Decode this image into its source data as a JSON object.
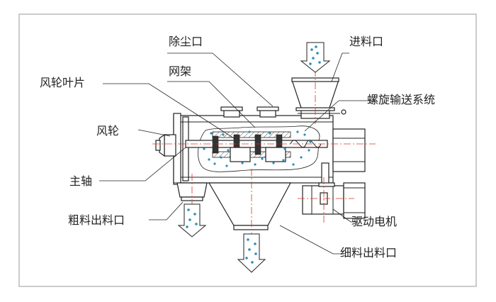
{
  "labels": {
    "dust_outlet": "除尘口",
    "mesh_frame": "网架",
    "impeller_blade": "风轮叶片",
    "impeller": "风轮",
    "main_shaft": "主轴",
    "coarse_outlet": "粗料出料口",
    "feed_inlet": "进料口",
    "screw_conveyor": "螺旋输送系统",
    "drive_motor": "驱动电机",
    "fine_outlet": "细料出料口"
  },
  "colors": {
    "particles": "#2a8fbf",
    "centerline": "#dd3322",
    "outline": "#222222"
  }
}
